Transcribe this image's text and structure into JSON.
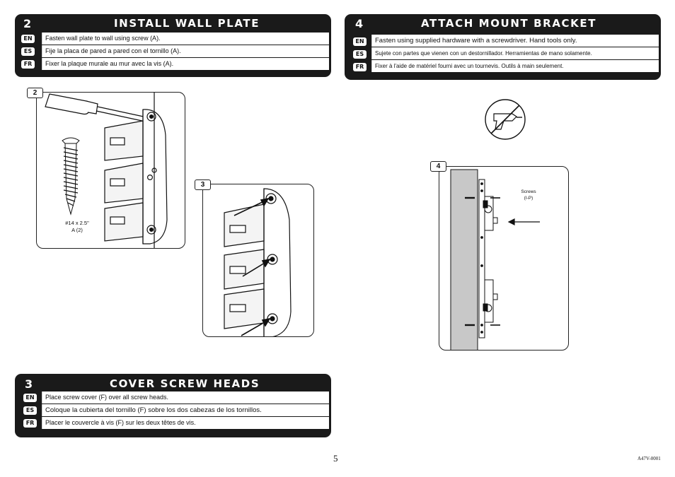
{
  "steps": [
    {
      "number": "2",
      "title": "INSTALL WALL PLATE",
      "rows": [
        {
          "lang": "EN",
          "text": "Fasten wall plate to wall using screw (A)."
        },
        {
          "lang": "ES",
          "text": "Fije la placa de pared a pared con el tornillo (A)."
        },
        {
          "lang": "FR",
          "text": "Fixer la plaque murale au mur avec la vis (A)."
        }
      ]
    },
    {
      "number": "4",
      "title": "ATTACH MOUNT BRACKET",
      "rows": [
        {
          "lang": "EN",
          "text": "Fasten using supplied hardware with a screwdriver.   Hand tools only."
        },
        {
          "lang": "ES",
          "text": "Sujete con partes que vienen con un destornillador. Herramientas de mano solamente."
        },
        {
          "lang": "FR",
          "text": "Fixer à l'aide de matériel fourni avec un tournevis. Outils à main seulement."
        }
      ]
    },
    {
      "number": "3",
      "title": "COVER SCREW HEADS",
      "rows": [
        {
          "lang": "EN",
          "text": "Place screw cover (F) over all screw heads."
        },
        {
          "lang": "ES",
          "text": "Coloque la cubierta del tornillo (F) sobre los dos cabezas de los tornillos."
        },
        {
          "lang": "FR",
          "text": "Placer le couvercle à vis (F) sur les deux têtes de vis."
        }
      ]
    }
  ],
  "figures": {
    "fig2": {
      "label": "2",
      "screw_spec": "#14 x 2.5\"",
      "screw_part": "A (2)"
    },
    "fig3": {
      "label": "3"
    },
    "fig4": {
      "label": "4",
      "callout_line1": "Screws",
      "callout_line2": "(I-P)"
    }
  },
  "footer": {
    "page_number": "5",
    "doc_code": "A47V-0001"
  }
}
